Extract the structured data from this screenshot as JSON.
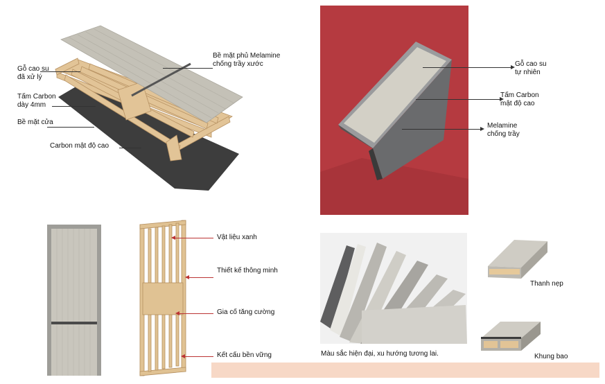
{
  "exploded": {
    "labels": {
      "melamine": "Bề mặt phủ Melamine\nchống trầy xước",
      "rubberwood": "Gỗ cao su\nđã xử lý",
      "carbon_sheet": "Tấm Carbon\ndày 4mm",
      "door_surface": "Bề mặt cửa",
      "carbon_density": "Carbon mật độ cao"
    }
  },
  "photo_sample": {
    "labels": {
      "natural_rubberwood": "Gỗ cao su\ntự nhiên",
      "carbon_high": "Tấm Carbon\nmật độ cao",
      "melamine_scratch": "Melamine\nchống trầy"
    }
  },
  "frame": {
    "labels": {
      "green": "Vật liệu xanh",
      "smart": "Thiết kế thông minh",
      "reinforce": "Gia cố tăng cường",
      "durable": "Kết cấu bền vững"
    }
  },
  "swatches": {
    "caption": "Màu sắc hiện đại, xu hướng tương lai."
  },
  "accessories": {
    "trim": "Thanh nẹp",
    "frame": "Khung bao"
  },
  "colors": {
    "wood": "#e2c497",
    "board": "#bdbbb2",
    "carbon": "#3c3c3c",
    "red_bg": "#b83a3e",
    "accent_band": "#f7d8c6"
  }
}
